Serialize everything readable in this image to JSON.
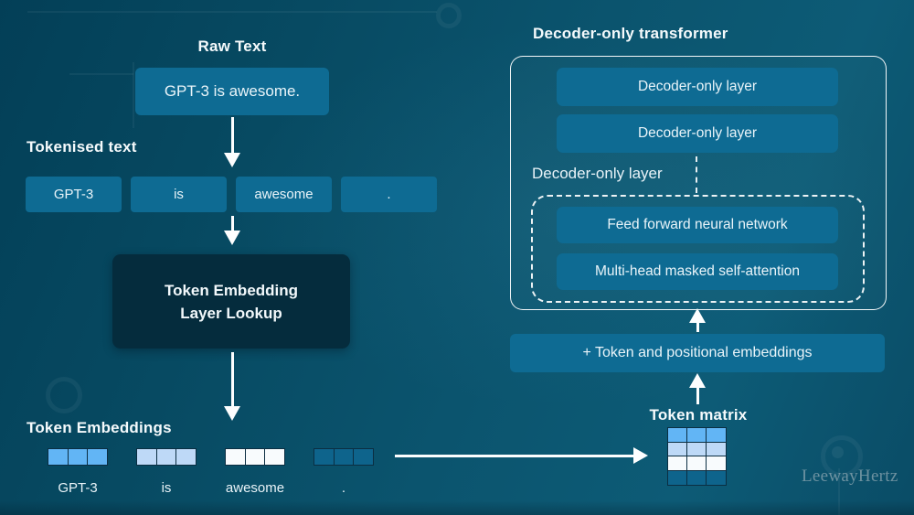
{
  "colors": {
    "accent_box": "#0e6b93",
    "dark_box": "#052c3d",
    "cell_border": "#0b2e42",
    "background": "#0a4e68",
    "emb_gpt3": "#62b5f5",
    "emb_is": "#bed9f7",
    "emb_awesome": "#f8fbfd",
    "emb_dot": "#0e648c"
  },
  "left": {
    "raw_text_title": "Raw Text",
    "raw_text_value": "GPT-3 is awesome.",
    "tokenised_title": "Tokenised text",
    "tokens": [
      "GPT-3",
      "is",
      "awesome",
      "."
    ],
    "lookup_line1": "Token Embedding",
    "lookup_line2": "Layer Lookup",
    "embeddings_title": "Token Embeddings",
    "embedding_rows": [
      {
        "label": "GPT-3",
        "color": "#62b5f5"
      },
      {
        "label": "is",
        "color": "#bed9f7"
      },
      {
        "label": "awesome",
        "color": "#f8fbfd"
      },
      {
        "label": ".",
        "color": "#0e648c"
      }
    ]
  },
  "right": {
    "title": "Decoder-only transformer",
    "decoder_layers": [
      "Decoder-only layer",
      "Decoder-only layer"
    ],
    "expanded_layer_label": "Decoder-only layer",
    "inner_boxes": [
      "Feed forward neural network",
      "Multi-head masked self-attention"
    ],
    "embeddings_box_label": "+ Token and positional embeddings",
    "token_matrix_title": "Token matrix",
    "matrix_row_colors": [
      "#62b5f5",
      "#bed9f7",
      "#f8fbfd",
      "#0e648c"
    ],
    "matrix_columns": 3
  },
  "watermark": "LeewayHertz"
}
